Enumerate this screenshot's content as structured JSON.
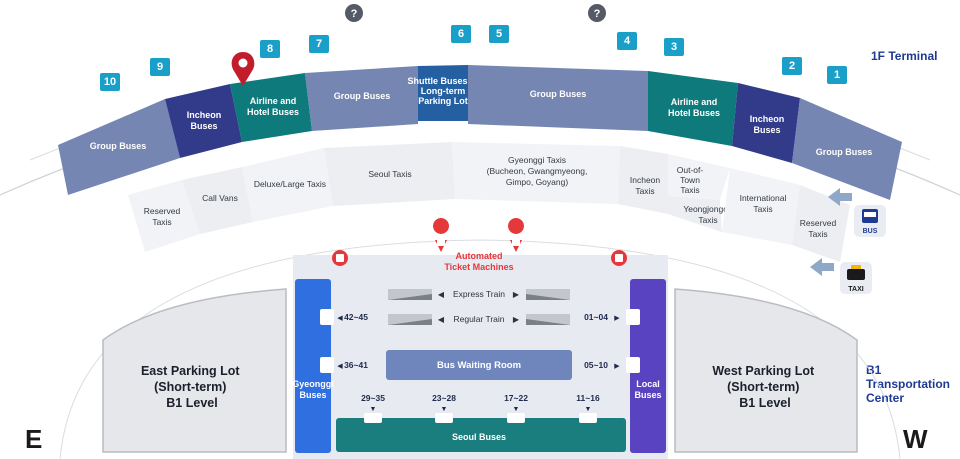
{
  "floor_1f": "1F Terminal",
  "floor_b1": [
    "B1",
    "Transportation",
    "Center"
  ],
  "compass": {
    "east": "E",
    "west": "W"
  },
  "gates": [
    "10",
    "9",
    "8",
    "7",
    "6",
    "5",
    "4",
    "3",
    "2",
    "1"
  ],
  "info_icons": [
    "?",
    "?"
  ],
  "upper_segments": [
    {
      "id": "group-buses-east",
      "lines": [
        "Group Buses"
      ]
    },
    {
      "id": "incheon-buses-east",
      "lines": [
        "Incheon",
        "Buses"
      ]
    },
    {
      "id": "airline-hotel-east",
      "lines": [
        "Airline and",
        "Hotel Buses"
      ]
    },
    {
      "id": "group-buses-mid-east",
      "lines": [
        "Group Buses"
      ]
    },
    {
      "id": "shuttle-longterm",
      "lines": [
        "Shuttle Buses to",
        "Long-term",
        "Parking Lot"
      ]
    },
    {
      "id": "group-buses-mid-west",
      "lines": [
        "Group Buses"
      ]
    },
    {
      "id": "airline-hotel-west",
      "lines": [
        "Airline and",
        "Hotel Buses"
      ]
    },
    {
      "id": "incheon-buses-west",
      "lines": [
        "Incheon",
        "Buses"
      ]
    },
    {
      "id": "group-buses-west",
      "lines": [
        "Group Buses"
      ]
    }
  ],
  "taxi_segments": [
    {
      "id": "reserved-taxis-east",
      "lines": [
        "Reserved",
        "Taxis"
      ]
    },
    {
      "id": "call-vans",
      "lines": [
        "Call Vans"
      ]
    },
    {
      "id": "deluxe-large-taxis",
      "lines": [
        "Deluxe/Large Taxis"
      ]
    },
    {
      "id": "seoul-taxis",
      "lines": [
        "Seoul Taxis"
      ]
    },
    {
      "id": "gyeonggi-taxis",
      "lines": [
        "Gyeonggi Taxis",
        "(Bucheon, Gwangmyeong,",
        "Gimpo, Goyang)"
      ]
    },
    {
      "id": "incheon-taxis",
      "lines": [
        "Incheon",
        "Taxis"
      ]
    },
    {
      "id": "out-of-town-taxis",
      "lines": [
        "Out-of-",
        "Town",
        "Taxis"
      ]
    },
    {
      "id": "yeongjongdo-taxis",
      "lines": [
        "Yeongjongdo",
        "Taxis"
      ]
    },
    {
      "id": "international-taxis",
      "lines": [
        "International",
        "Taxis"
      ]
    },
    {
      "id": "reserved-taxis-west",
      "lines": [
        "Reserved",
        "Taxis"
      ]
    }
  ],
  "ticket_machines": [
    "Automated",
    "Ticket Machines"
  ],
  "trains": {
    "express": "Express Train",
    "regular": "Regular Train"
  },
  "bus_waiting_room": "Bus Waiting Room",
  "gyeonggi_buses": [
    "Gyeonggi",
    "Buses"
  ],
  "local_buses": [
    "Local",
    "Buses"
  ],
  "seoul_buses": "Seoul Buses",
  "stops_left": [
    "42~45",
    "36~41"
  ],
  "stops_right": [
    "01~04",
    "05~10"
  ],
  "stops_bottom": [
    "29~35",
    "23~28",
    "17~22",
    "11~16"
  ],
  "parking_east": [
    "East Parking Lot",
    "(Short-term)",
    "B1 Level"
  ],
  "parking_west": [
    "West Parking Lot",
    "(Short-term)",
    "B1 Level"
  ],
  "legend_icons": {
    "bus": "BUS",
    "taxi": "TAXI"
  },
  "colors": {
    "group_buses": "#7486b1",
    "incheon_buses": "#323a8a",
    "airline_hotel": "#0f7a7c",
    "shuttle": "#245fa2",
    "gate_badge": "#1aa0c8",
    "gyeonggi_bar": "#2f6fe0",
    "local_bar": "#5a43c0",
    "seoul_bar": "#1a7d7e",
    "location_pin": "#c21d2b",
    "ticket_red": "#e5383b"
  }
}
